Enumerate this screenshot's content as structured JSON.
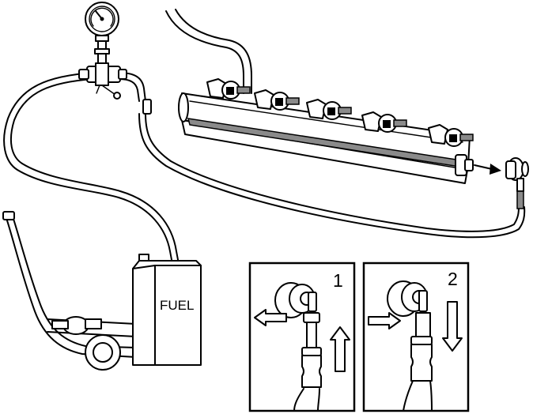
{
  "tank": {
    "label": "FUEL"
  },
  "insets": [
    {
      "step": "1"
    },
    {
      "step": "2"
    }
  ],
  "icons": [
    "pressure-gauge-icon",
    "three-way-valve-icon",
    "fuel-rail-icon",
    "fuel-injector-icon",
    "quick-connector-icon",
    "fuel-cart-icon",
    "arrow-icon"
  ]
}
